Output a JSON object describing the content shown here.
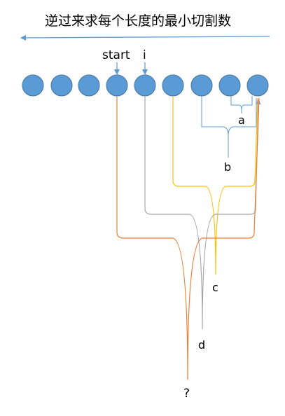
{
  "title": "逆过来求每个长度的最小切割数",
  "nodes": {
    "count": 9,
    "fill": "#5B9BD5",
    "stroke": "#41719C"
  },
  "pointers": [
    {
      "label": "start",
      "node": 3
    },
    {
      "label": "i",
      "node": 4
    }
  ],
  "labels": {
    "a": "a",
    "b": "b",
    "c": "c",
    "d": "d",
    "q": "?"
  },
  "colors": {
    "blue_line": "#5B9BD5",
    "orange_line": "#ED7D31",
    "gray_line": "#A5A5A5",
    "yellow_line": "#FFC000"
  }
}
